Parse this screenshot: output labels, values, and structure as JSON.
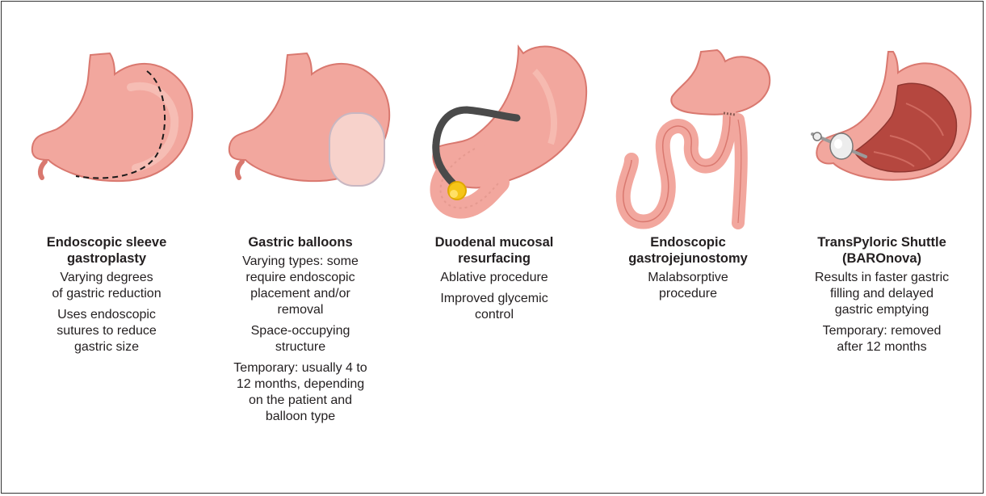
{
  "procedures": [
    {
      "title_lines": [
        "Endoscopic sleeve",
        "gastroplasty"
      ],
      "descriptions": [
        [
          "Varying degrees",
          "of gastric reduction"
        ],
        [
          "Uses endoscopic",
          "sutures to reduce",
          "gastric size"
        ]
      ],
      "illustration": "stomach-sleeve-icon"
    },
    {
      "title_lines": [
        "Gastric balloons"
      ],
      "descriptions": [
        [
          "Varying types: some",
          "require endoscopic",
          "placement and/or",
          "removal"
        ],
        [
          "Space-occupying",
          "structure"
        ],
        [
          "Temporary: usually 4 to",
          "12 months, depending",
          "on the patient and",
          "balloon type"
        ]
      ],
      "illustration": "stomach-balloon-icon"
    },
    {
      "title_lines": [
        "Duodenal mucosal",
        "resurfacing"
      ],
      "descriptions": [
        [
          "Ablative procedure"
        ],
        [
          "Improved glycemic",
          "control"
        ]
      ],
      "illustration": "stomach-endoscope-icon"
    },
    {
      "title_lines": [
        "Endoscopic",
        "gastrojejunostomy"
      ],
      "descriptions": [
        [
          "Malabsorptive",
          "procedure"
        ]
      ],
      "illustration": "stomach-jejunum-icon"
    },
    {
      "title_lines": [
        "TransPyloric Shuttle",
        "(BAROnova)"
      ],
      "descriptions": [
        [
          "Results in faster gastric",
          "filling and delayed",
          "gastric emptying"
        ],
        [
          "Temporary: removed",
          "after 12 months"
        ]
      ],
      "illustration": "stomach-shuttle-icon"
    }
  ],
  "colors": {
    "stomach_fill": "#f2a79e",
    "stomach_highlight": "#f8c6bd",
    "stomach_shadow": "#e08c82",
    "stomach_stroke": "#d9786f",
    "mucosa": "#b5473f",
    "balloon": "#f7d2cb",
    "endoscope": "#4a4a4a",
    "ablation": "#f5c518",
    "shuttle": "#e8e8e8"
  }
}
